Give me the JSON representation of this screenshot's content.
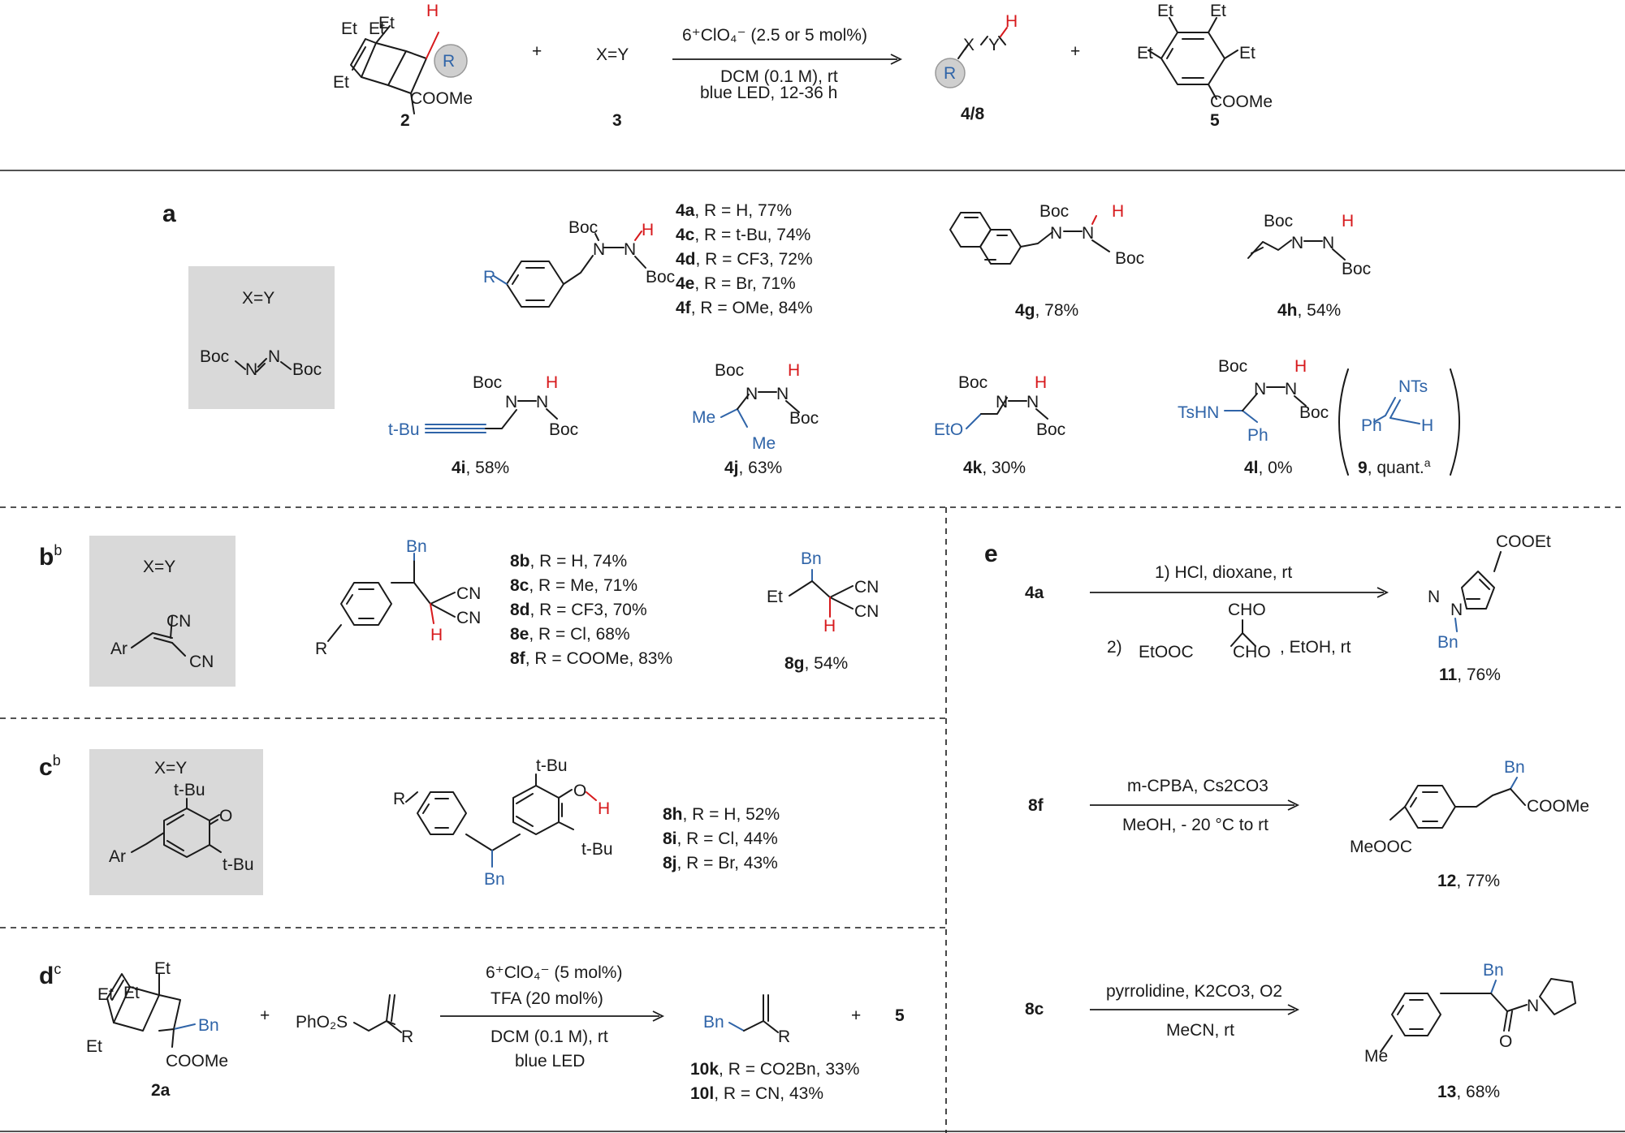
{
  "scheme": {
    "sm_label": "2",
    "reagent_label": "3",
    "reagent_formula": "X=Y",
    "plus": "+",
    "catalyst": "6⁺ClO₄⁻ (2.5 or 5 mol%)",
    "conditions_1": "DCM (0.1 M), rt",
    "conditions_2": "blue LED, 12-36 h",
    "product_label": "4/8",
    "byproduct_label": "5"
  },
  "panel_a": {
    "letter": "a",
    "box_title": "X=Y",
    "entries_4a_f": [
      {
        "id": "4a",
        "text": ", R = H, 77%"
      },
      {
        "id": "4c",
        "text": ", R = t-Bu, 74%"
      },
      {
        "id": "4d",
        "text": ", R = CF3, 72%"
      },
      {
        "id": "4e",
        "text": ", R = Br, 71%"
      },
      {
        "id": "4f",
        "text": ", R = OMe, 84%"
      }
    ],
    "p4g": {
      "id": "4g",
      "yield": ", 78%"
    },
    "p4h": {
      "id": "4h",
      "yield": ", 54%"
    },
    "p4i": {
      "id": "4i",
      "yield": ", 58%"
    },
    "p4j": {
      "id": "4j",
      "yield": ", 63%"
    },
    "p4k": {
      "id": "4k",
      "yield": ", 30%"
    },
    "p4l": {
      "id": "4l",
      "yield": ", 0%"
    },
    "p9": {
      "id": "9",
      "yield": ", quant.",
      "sup": "a"
    }
  },
  "panel_b": {
    "letter": "b",
    "sup": "b",
    "box_title": "X=Y",
    "entries": [
      {
        "id": "8b",
        "text": ", R = H, 74%"
      },
      {
        "id": "8c",
        "text": ", R = Me, 71%"
      },
      {
        "id": "8d",
        "text": ", R = CF3,  70%"
      },
      {
        "id": "8e",
        "text": ", R = Cl, 68%"
      },
      {
        "id": "8f",
        "text": ", R = COOMe, 83%"
      }
    ],
    "p8g": {
      "id": "8g",
      "yield": ", 54%"
    }
  },
  "panel_c": {
    "letter": "c",
    "sup": "b",
    "box_title": "X=Y",
    "entries": [
      {
        "id": "8h",
        "text": ", R = H, 52%"
      },
      {
        "id": "8i",
        "text": ", R = Cl, 44%"
      },
      {
        "id": "8j",
        "text": ", R  = Br, 43%"
      }
    ]
  },
  "panel_d": {
    "letter": "d",
    "sup": "c",
    "sm_label": "2a",
    "catalyst": "6⁺ClO₄⁻ (5 mol%)",
    "additive": "TFA (20 mol%)",
    "conditions_1": "DCM (0.1 M), rt",
    "conditions_2": "blue LED",
    "byproduct": "5",
    "entries": [
      {
        "id": "10k",
        "text": ", R = CO2Bn, 33%"
      },
      {
        "id": "10l",
        "text": ", R = CN, 43%"
      }
    ]
  },
  "panel_e": {
    "letter": "e",
    "r1": {
      "sm": "4a",
      "cond_1": "1) HCl, dioxane, rt",
      "cond_2_prefix": "2)",
      "cond_2_suffix": ", EtOH, rt",
      "product": "11",
      "yield": ", 76%"
    },
    "r2": {
      "sm": "8f",
      "cond_1": "m-CPBA, Cs2CO3",
      "cond_2": "MeOH, - 20 °C to rt",
      "product": "12",
      "yield": ", 77%"
    },
    "r3": {
      "sm": "8c",
      "cond_1": "pyrrolidine, K2CO3, O2",
      "cond_2": "MeCN, rt",
      "product": "13",
      "yield": ", 68%"
    }
  }
}
